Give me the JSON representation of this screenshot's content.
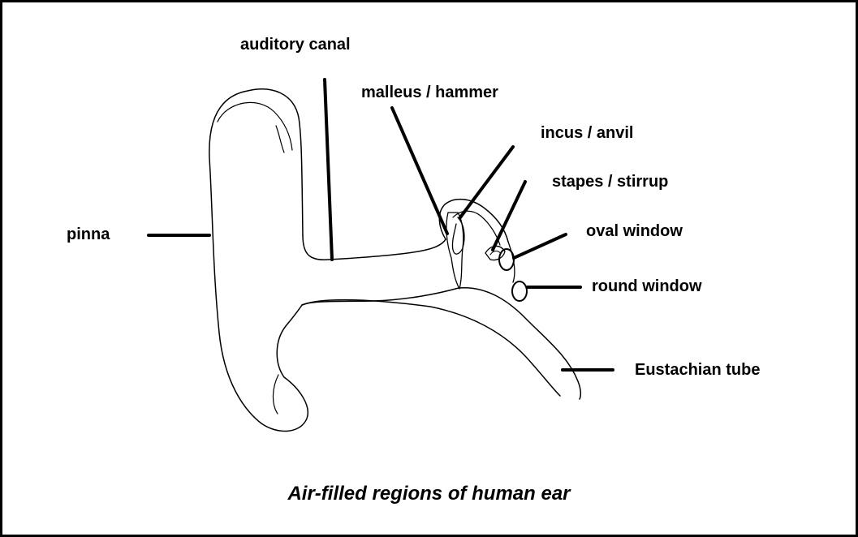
{
  "labels": {
    "auditory_canal": "auditory canal",
    "malleus": "malleus / hammer",
    "incus": "incus / anvil",
    "stapes": "stapes / stirrup",
    "pinna": "pinna",
    "oval_window": "oval window",
    "round_window": "round window",
    "eustachian_tube": "Eustachian tube"
  },
  "caption": "Air-filled regions of human ear",
  "colors": {
    "ink": "#000000",
    "background": "#ffffff"
  }
}
